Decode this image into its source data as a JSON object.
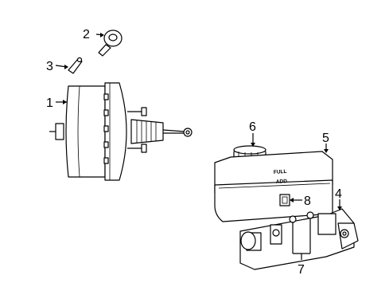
{
  "callouts": {
    "c1": "1",
    "c2": "2",
    "c3": "3",
    "c4": "4",
    "c5": "5",
    "c6": "6",
    "c7": "7",
    "c8": "8"
  },
  "reservoir_markings": {
    "full": "FULL",
    "add": "ADD"
  }
}
